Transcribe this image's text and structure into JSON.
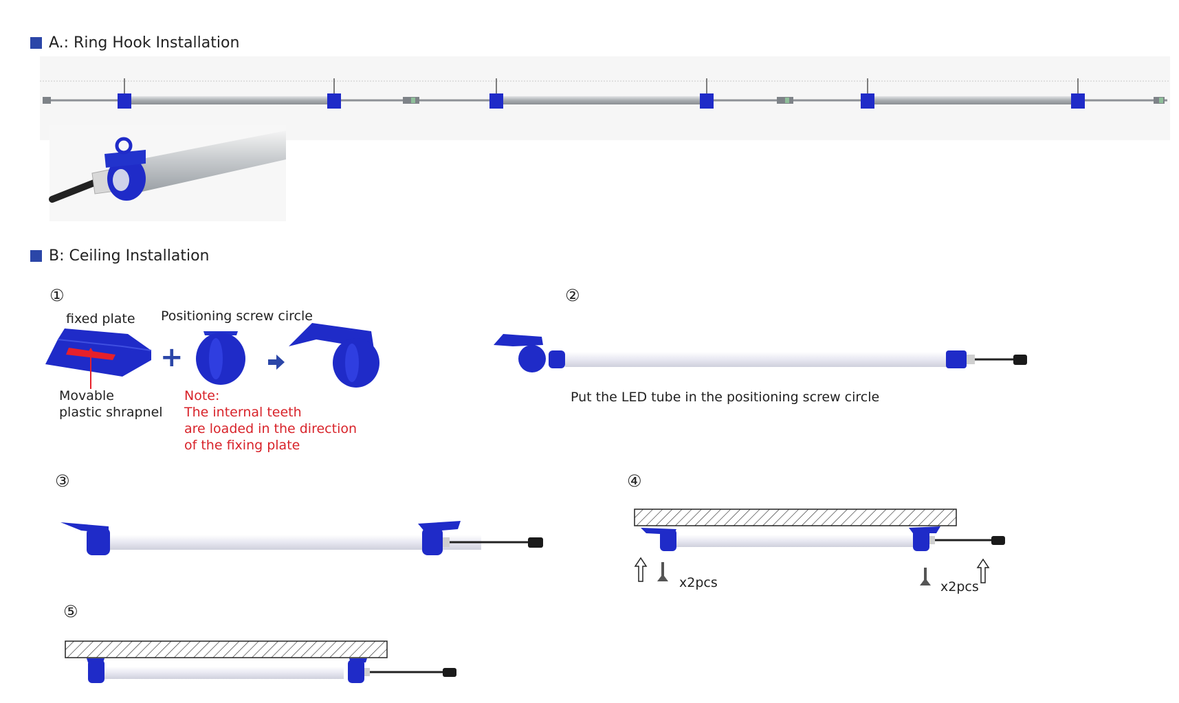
{
  "section_a": {
    "title": "A.:  Ring Hook Installation"
  },
  "section_b": {
    "title": "B: Ceiling Installation"
  },
  "step1": {
    "number": "①",
    "fixed_plate": "fixed plate",
    "screw_circle": "Positioning screw circle",
    "shrapnel_1": "Movable",
    "shrapnel_2": "plastic shrapnel",
    "note_1": "Note:",
    "note_2": "The internal teeth",
    "note_3": "are loaded in the direction",
    "note_4": "of the fixing plate"
  },
  "step2": {
    "number": "②",
    "caption": "Put the LED tube in the positioning screw circle"
  },
  "step3": {
    "number": "③"
  },
  "step4": {
    "number": "④",
    "screws_left": "x2pcs",
    "screws_right": "x2pcs"
  },
  "step5": {
    "number": "⑤"
  },
  "colors": {
    "accent_blue": "#2b46a8",
    "bracket_blue": "#1f2bc8",
    "note_red": "#d8232a"
  }
}
